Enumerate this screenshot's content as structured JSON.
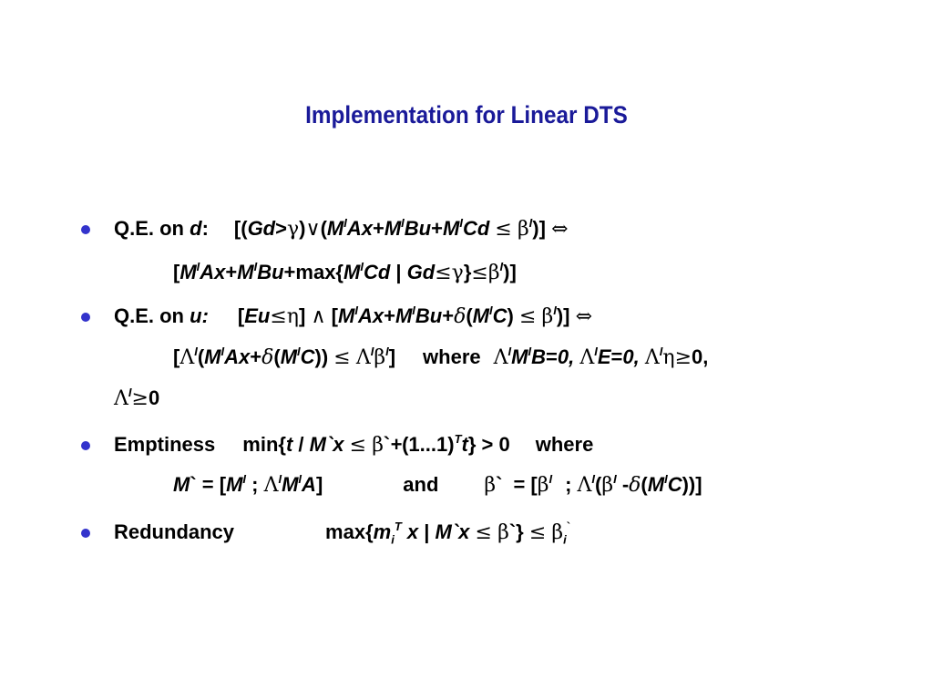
{
  "slide": {
    "title": "Implementation for Linear DTS",
    "bullet_color": "#3333cc",
    "title_color": "#1a1a99"
  },
  "bullets": [
    {
      "label": "Q.E. on",
      "var": "d",
      "colon": ":",
      "line2_text": "[M^I Ax+M^I Bu+max{M^I Cd | Gd≤γ}≤β^I)]"
    },
    {
      "label": "Q.E. on",
      "var": "u",
      "colon": ":",
      "line2_where": "where",
      "line3_text": "Λ^I≥0"
    },
    {
      "label": "Emptiness",
      "min_text": "min{",
      "where": "where",
      "and": "and"
    },
    {
      "label": "Redundancy",
      "max_text": "max{"
    }
  ]
}
